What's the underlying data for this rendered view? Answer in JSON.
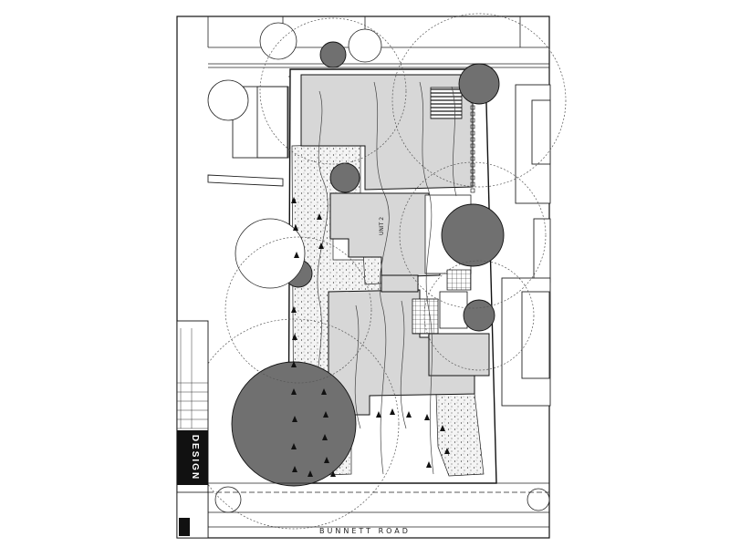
{
  "plan": {
    "road_label": "BUNNETT ROAD",
    "unit_label": "UNIT 2",
    "title_block": {
      "brand": "DESIGN"
    }
  },
  "colors": {
    "paper": "#ffffff",
    "line": "#1a1a1a",
    "building_fill": "#d7d7d7",
    "tree_fill": "#6f6f6f",
    "landscape_fill": "#f2f2f2"
  }
}
